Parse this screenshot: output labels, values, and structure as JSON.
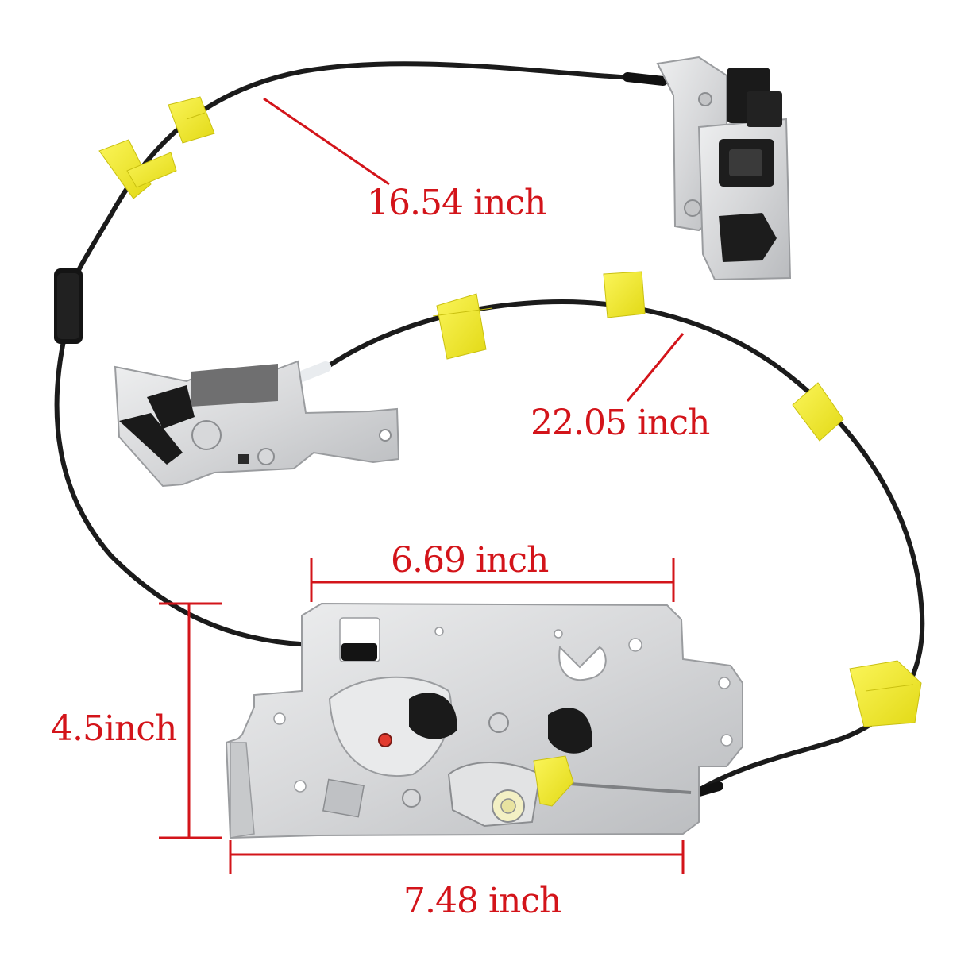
{
  "dimensions": {
    "upper_cable": "16.54 inch",
    "lower_cable": "22.05 inch",
    "latch_width": "6.69 inch",
    "latch_height": "4.5inch",
    "latch_length": "7.48 inch"
  },
  "colors": {
    "dimension_red": "#d3141a",
    "cable_black": "#1b1b1b",
    "clip_yellow": "#f1ea2a",
    "metal_silver": "#d9dadb",
    "foam_black": "#141414"
  }
}
